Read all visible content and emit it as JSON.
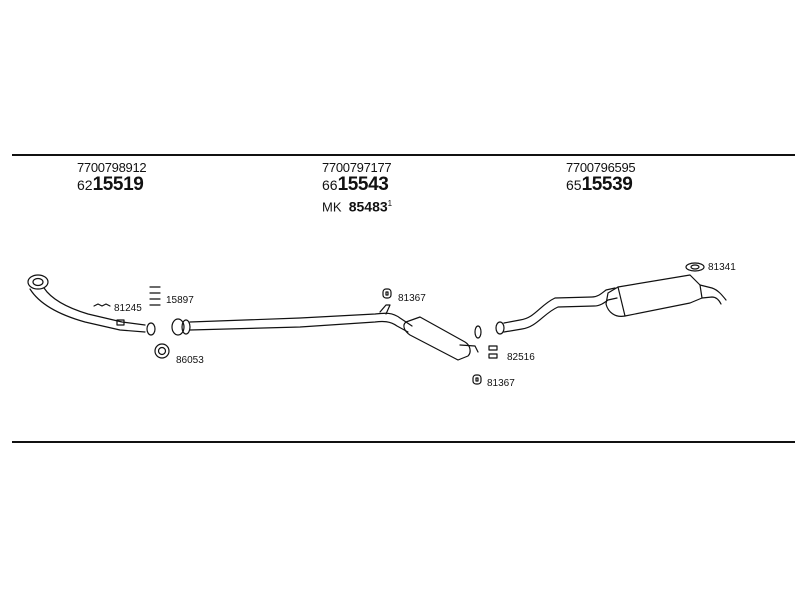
{
  "columns": [
    {
      "ref": "7700798912",
      "prefix": "62",
      "number": "15519"
    },
    {
      "ref": "7700797177",
      "prefix": "66",
      "number": "15543",
      "alt_prefix": "MK",
      "alt_number": "85483",
      "alt_note": "1"
    },
    {
      "ref": "7700796595",
      "prefix": "65",
      "number": "15539"
    }
  ],
  "callouts": {
    "c81245": "81245",
    "c15897": "15897",
    "c86053": "86053",
    "c81367a": "81367",
    "c82516": "82516",
    "c81367b": "81367",
    "c81341": "81341"
  }
}
